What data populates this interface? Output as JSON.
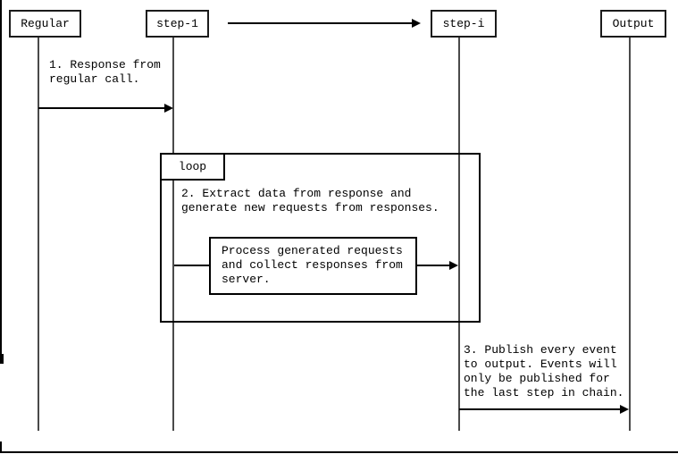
{
  "diagram": {
    "actors": [
      {
        "label": "Regular"
      },
      {
        "label": "step-1"
      },
      {
        "label": "step-i"
      },
      {
        "label": "Output"
      }
    ],
    "loop": {
      "label": "loop"
    },
    "messages": {
      "msg1": "1. Response from\nregular call.",
      "msg2": "2. Extract data from response and\ngenerate new requests from responses.",
      "process": "Process generated requests\nand collect responses from\nserver.",
      "msg3": "3. Publish every event\nto output. Events will\nonly be published for\nthe last step in chain."
    },
    "colors": {
      "line": "#000000",
      "lifeline": "#4a4a4a",
      "background": "#ffffff"
    }
  }
}
